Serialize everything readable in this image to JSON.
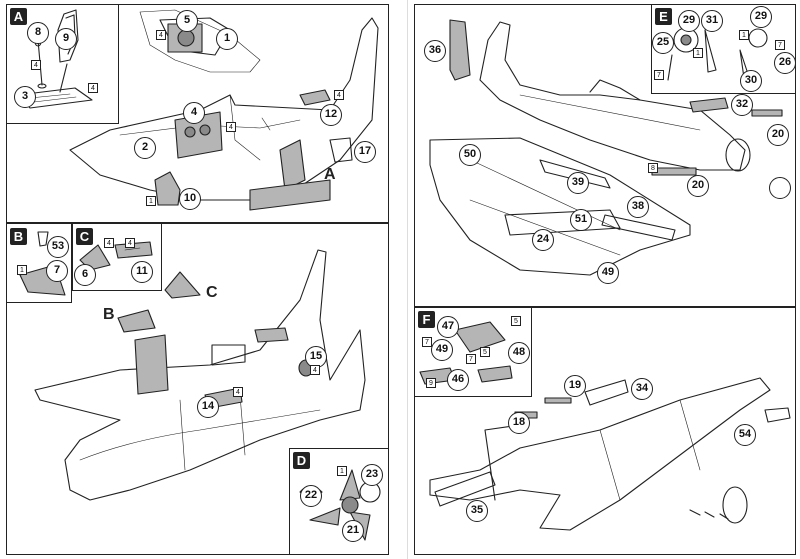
{
  "sections": {
    "A": "A",
    "B": "B",
    "C": "C",
    "D": "D",
    "E": "E",
    "F": "F"
  },
  "inline_letters": {
    "A": "A",
    "B": "B",
    "C": "C"
  },
  "parts": {
    "p1": "1",
    "p2": "2",
    "p3": "3",
    "p4": "4",
    "p5": "5",
    "p6": "6",
    "p7": "7",
    "p8": "8",
    "p9": "9",
    "p10": "10",
    "p11": "11",
    "p12": "12",
    "p14": "14",
    "p15": "15",
    "p17": "17",
    "p18": "18",
    "p19": "19",
    "p20": "20",
    "p21": "21",
    "p22": "22",
    "p23": "23",
    "p24": "24",
    "p25": "25",
    "p26": "26",
    "p29": "29",
    "p30": "30",
    "p31": "31",
    "p32": "32",
    "p34": "34",
    "p35": "35",
    "p36": "36",
    "p38": "38",
    "p39": "39",
    "p46": "46",
    "p47": "47",
    "p48": "48",
    "p49": "49",
    "p50": "50",
    "p51": "51",
    "p53": "53",
    "p54": "54"
  },
  "refs": {
    "r1": "1",
    "r4": "4",
    "r5": "5",
    "r7": "7",
    "r8": "8",
    "r9": "9"
  }
}
